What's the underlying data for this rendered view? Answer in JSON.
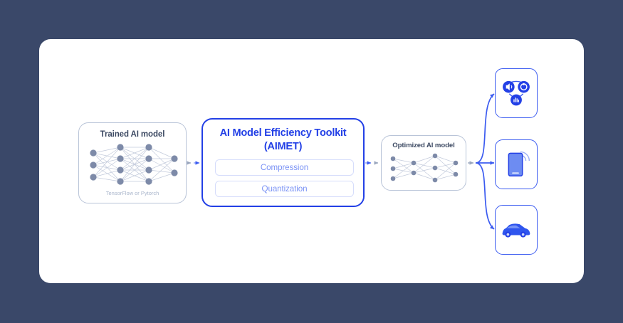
{
  "canvas": {
    "background_color": "#3a4869",
    "card_color": "#ffffff"
  },
  "theme": {
    "brand_blue": "#2340e6",
    "accent_blue": "#3b5bf0",
    "soft_blue": "#7b93f5",
    "pill_border": "#d6ddfb",
    "node_slate": "#7d8aa8",
    "box_border": "#b9c4d8",
    "heading_slate": "#3d4a63",
    "muted_text": "#aab6cc"
  },
  "trained_model": {
    "title": "Trained AI model",
    "framework_caption": "TensorFlow or Pytorch",
    "network": {
      "layers": [
        3,
        4,
        4,
        2
      ],
      "node_color": "#7d8aa8",
      "edge_color": "#c2cadb"
    }
  },
  "aimet": {
    "title_line_1": "AI Model Efficiency Toolkit",
    "title_line_2": "(AIMET)",
    "features": [
      {
        "label": "Compression"
      },
      {
        "label": "Quantization"
      }
    ]
  },
  "optimized_model": {
    "title": "Optimized AI model",
    "network": {
      "layers": [
        3,
        2,
        3,
        2
      ],
      "node_color": "#7d8aa8",
      "edge_color": "#c2cadb"
    }
  },
  "targets": [
    {
      "name": "iot-devices",
      "icons": [
        "speaker-icon",
        "camera-icon",
        "voice-waveform-icon"
      ]
    },
    {
      "name": "mobile-phone",
      "icons": [
        "smartphone-icon",
        "wireless-signal-icon"
      ]
    },
    {
      "name": "automotive",
      "icons": [
        "car-icon"
      ]
    }
  ],
  "flow": {
    "arrow_color": "#3b5bf0",
    "dashed_line_color": "#8fa3f7",
    "steps": [
      "trained-model",
      "aimet",
      "optimized-model",
      "deployment-targets"
    ]
  }
}
